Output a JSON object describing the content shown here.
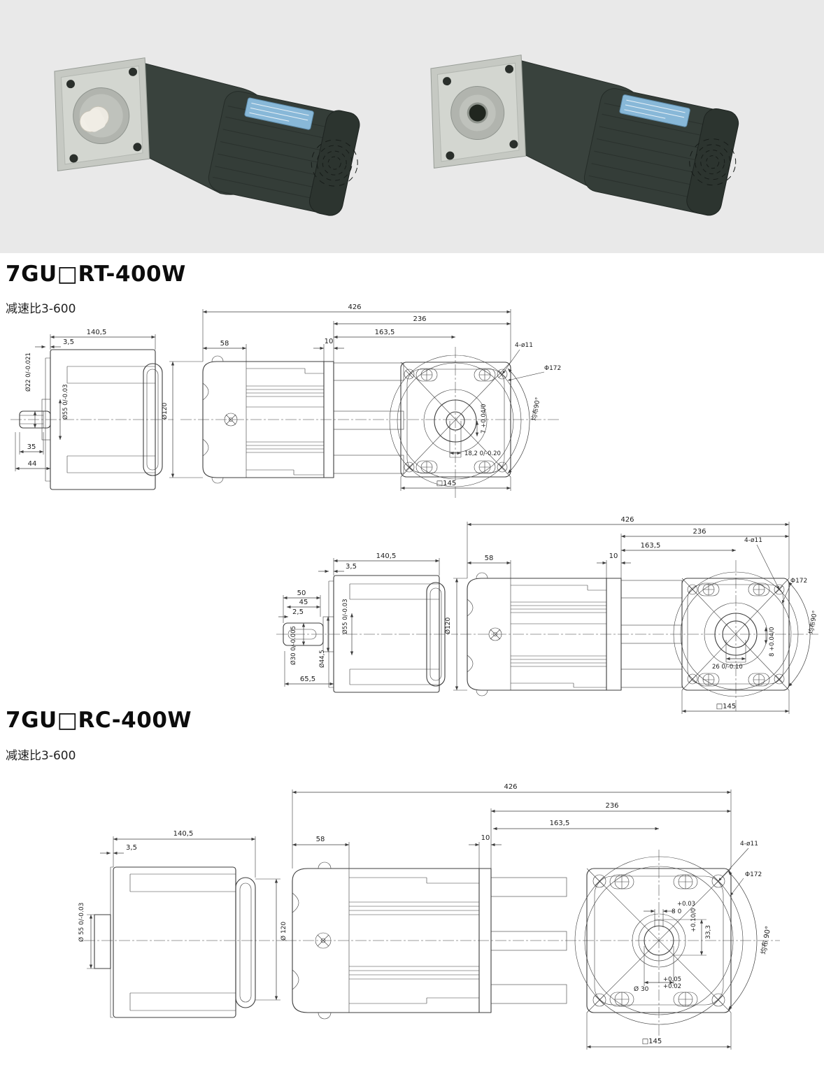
{
  "page": {
    "bg": "#ffffff",
    "banner_bg": "#e9e9e9",
    "line_color": "#3c3c3c",
    "label_blue": "#8ab9d9"
  },
  "sections": {
    "rt": {
      "model": "7GU□RT-400W",
      "ratio_note": "减速比3-600"
    },
    "rc": {
      "model": "7GU□RC-400W",
      "ratio_note": "减速比3-600"
    }
  },
  "d1": {
    "total_len": "426",
    "motor_len": "236",
    "face_to_center": "163,5",
    "gearhead_len": "58",
    "flange_thk": "10",
    "motor_dia": "Ø120",
    "holes": "4-ø11",
    "bolt_circle": "Φ172",
    "hole_spacing": "均布90°",
    "square": "□145",
    "key_flat": "18,2 0/-0.20",
    "key_h": "7 +0.04/0",
    "lv_len": "140,5",
    "lv_plate": "3,5",
    "shaft_dia": "Ø22 0/-0.021",
    "spigot_dia": "Ø55 0/-0.03",
    "key_len": "35",
    "shaft_len": "44"
  },
  "d2": {
    "total_len": "426",
    "motor_len": "236",
    "face_to_center": "163,5",
    "gearhead_len": "58",
    "flange_thk": "10",
    "motor_dia": "Ø120",
    "holes": "4-ø11",
    "bolt_circle": "Φ172",
    "hole_spacing": "均布90°",
    "square": "□145",
    "bore_flat": "26 0/-0.10",
    "key_h": "8 +0.04/0",
    "lv_len": "140,5",
    "lv_plate": "3,5",
    "shaft_total": "50",
    "shaft_flat": "45",
    "key_off": "2,5",
    "shaft_dia": "Ø30 0/-0.005",
    "step_dia": "Ø44,5",
    "spigot_dia": "Ø55 0/-0.03",
    "shaft_len": "65,5"
  },
  "d3": {
    "total_len": "426",
    "motor_len": "236",
    "face_to_center": "163,5",
    "gearhead_len": "58",
    "flange_thk": "10",
    "motor_dia": "Ø 120",
    "holes": "4-ø11",
    "bolt_circle": "Φ172",
    "hole_spacing": "均布 90°",
    "square": "□145",
    "lv_len": "140,5",
    "lv_plate": "3,5",
    "spigot_dia": "Ø 55 0/-0.03",
    "keyway_w_tol": "+0.03",
    "keyway_w": "8 0",
    "bore_h": "33,3",
    "bore_h_tol": "+0.10/0",
    "bore_dia": "Ø 30",
    "bore_tol_hi": "+0.05",
    "bore_tol_lo": "+0.02"
  }
}
